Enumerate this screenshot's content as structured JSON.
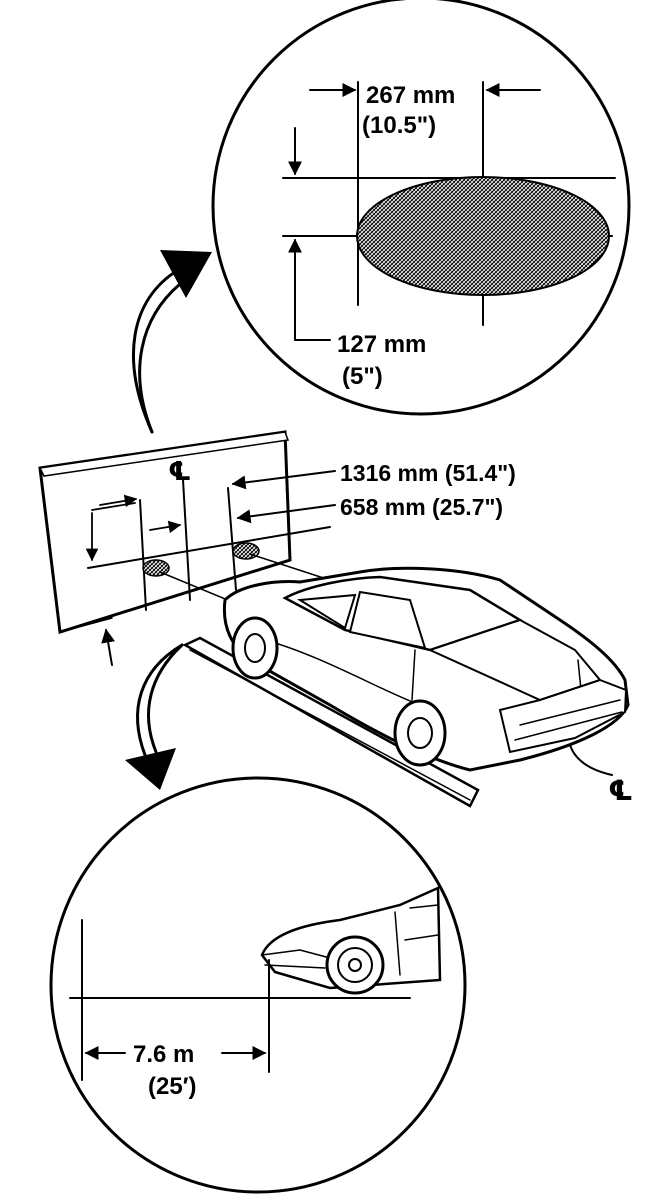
{
  "top_detail": {
    "width_mm": "267 mm",
    "width_in": "(10.5\")",
    "height_mm": "127 mm",
    "height_in": "(5\")"
  },
  "screen": {
    "centerline_symbol": "℄",
    "dist1": "1316 mm (51.4\")",
    "dist2": "658 mm  (25.7\")"
  },
  "car": {
    "centerline_symbol": "℄"
  },
  "bottom_detail": {
    "distance_m": "7.6 m",
    "distance_ft": "(25′)"
  }
}
